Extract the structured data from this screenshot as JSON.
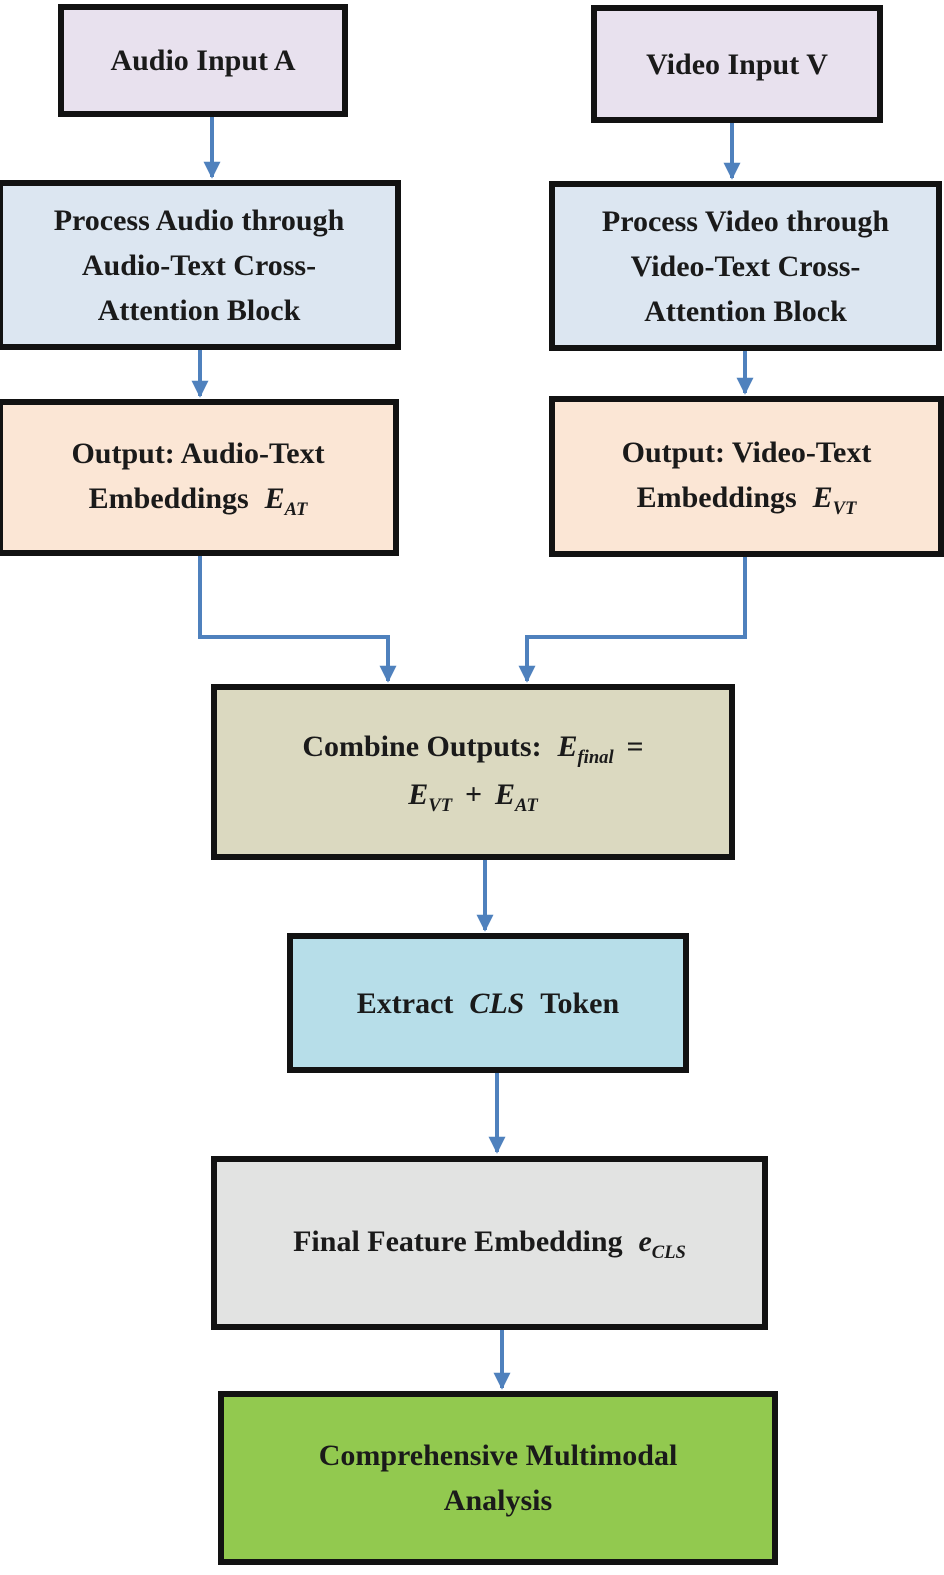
{
  "colors": {
    "lavender": "#e8e1ee",
    "blue": "#dce6f1",
    "peach": "#fbe6d5",
    "khaki": "#dbd9c0",
    "cyan": "#b7dee9",
    "gray": "#e2e3e2",
    "green": "#92c94f",
    "arrow": "#4f81bd",
    "border": "#121212"
  },
  "nodes": {
    "audio_input": {
      "label": "Audio Input A"
    },
    "video_input": {
      "label": "Video Input V"
    },
    "process_audio": {
      "lines": [
        "Process Audio through",
        "Audio-Text Cross-",
        "Attention Block"
      ]
    },
    "process_video": {
      "lines": [
        "Process Video through",
        "Video-Text Cross-",
        "Attention Block"
      ]
    },
    "output_at": {
      "line1": "Output: Audio-Text",
      "line2_text": "Embeddings",
      "var": "E",
      "sub": "AT"
    },
    "output_vt": {
      "line1": "Output: Video-Text",
      "line2_text": "Embeddings",
      "var": "E",
      "sub": "VT"
    },
    "combine": {
      "prefix": "Combine Outputs:",
      "var1": "E",
      "sub1": "final",
      "equals": "=",
      "var2": "E",
      "sub2": "VT",
      "plus": "+",
      "var3": "E",
      "sub3": "AT"
    },
    "extract": {
      "prefix": "Extract",
      "var": "CLS",
      "suffix": "Token"
    },
    "final": {
      "prefix": "Final Feature Embedding",
      "var": "e",
      "sub": "CLS"
    },
    "analysis": {
      "lines": [
        "Comprehensive Multimodal",
        "Analysis"
      ]
    }
  }
}
